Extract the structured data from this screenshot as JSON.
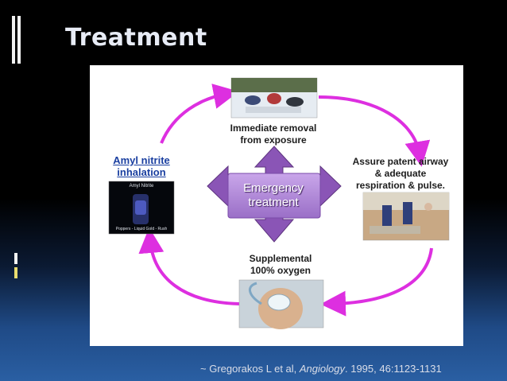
{
  "slide": {
    "title": "Treatment"
  },
  "diagram": {
    "center": [
      "Emergency",
      "treatment"
    ],
    "top_label": [
      "Immediate removal",
      "from exposure"
    ],
    "right_label": [
      "Assure patent airway",
      "& adequate",
      "respiration & pulse."
    ],
    "bottom_label": [
      "Supplemental",
      "100% oxygen"
    ],
    "left_label": [
      "Amyl nitrite",
      "inhalation"
    ],
    "vial_text_top": "Amyl Nitrite",
    "vial_text_bottom": "Poppers - Liquid Gold - Rush"
  },
  "citation": {
    "prefix": "~ Gregorakos L et al, ",
    "journal": "Angiology",
    "suffix": ". 1995, 46:1123-1131"
  },
  "colors": {
    "cycle_arrow": "#dd2fe0",
    "cross_arrows": "#8a55b6",
    "center_box": "#b58fd9",
    "link_text": "#1a3fa0"
  }
}
